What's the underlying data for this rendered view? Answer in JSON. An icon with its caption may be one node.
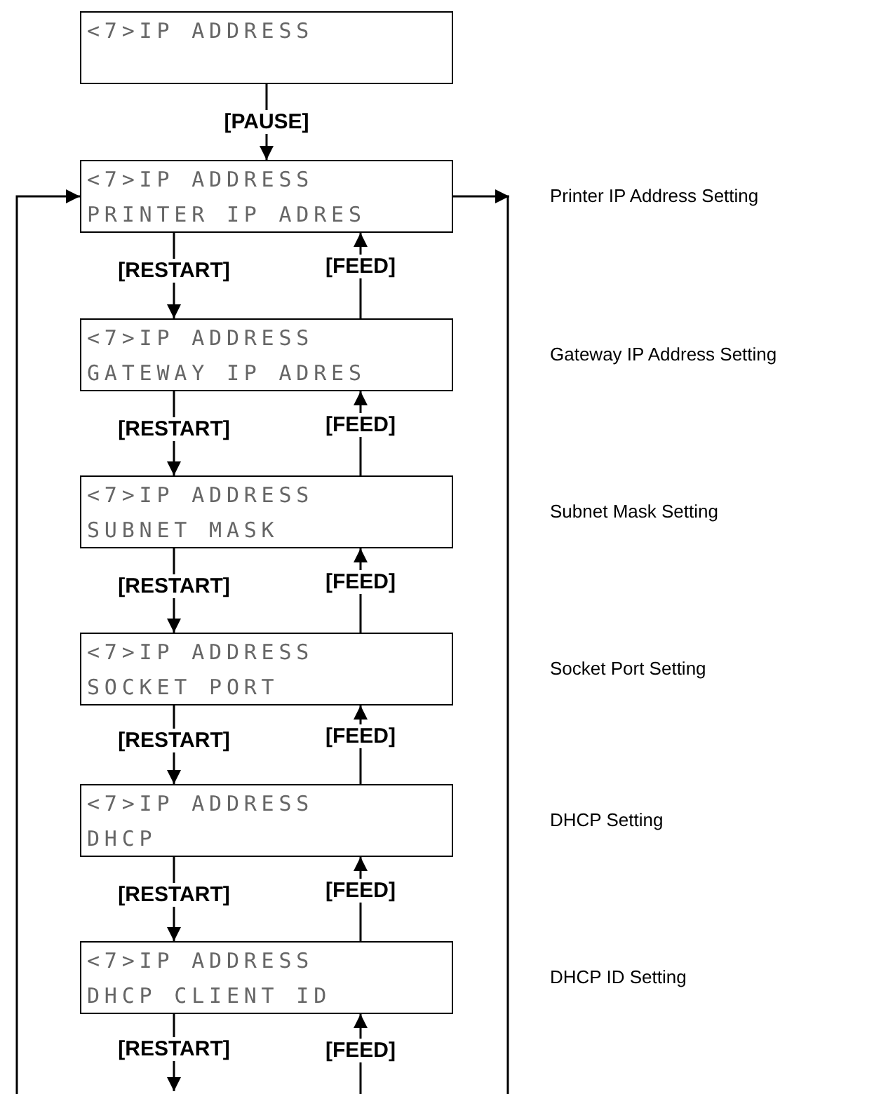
{
  "diagram": {
    "nodes": [
      {
        "text": [
          "<7>IP ADDRESS"
        ]
      },
      {
        "text": [
          "<7>IP ADDRESS",
          "PRINTER IP ADRES"
        ]
      },
      {
        "text": [
          "<7>IP ADDRESS",
          "GATEWAY IP ADRES"
        ]
      },
      {
        "text": [
          "<7>IP ADDRESS",
          "SUBNET MASK"
        ]
      },
      {
        "text": [
          "<7>IP ADDRESS",
          "SOCKET PORT"
        ]
      },
      {
        "text": [
          "<7>IP ADDRESS",
          "DHCP"
        ]
      },
      {
        "text": [
          "<7>IP ADDRESS",
          "DHCP CLIENT ID"
        ]
      }
    ],
    "labels": [
      "Printer IP Address Setting",
      "Gateway IP Address Setting",
      "Subnet Mask Setting",
      "Socket Port Setting",
      "DHCP Setting",
      "DHCP ID Setting"
    ],
    "edges": [
      {
        "from": 0,
        "to": 1,
        "arrow": "to",
        "label": "[PAUSE]"
      },
      {
        "from": 1,
        "to": 2,
        "arrow": "to",
        "label": "[RESTART]"
      },
      {
        "from": 2,
        "to": 1,
        "arrow": "to",
        "label": "[FEED]"
      },
      {
        "from": 2,
        "to": 3,
        "arrow": "to",
        "label": "[RESTART]"
      },
      {
        "from": 3,
        "to": 2,
        "arrow": "to",
        "label": "[FEED]"
      },
      {
        "from": 3,
        "to": 4,
        "arrow": "to",
        "label": "[RESTART]"
      },
      {
        "from": 4,
        "to": 3,
        "arrow": "to",
        "label": "[FEED]"
      },
      {
        "from": 4,
        "to": 5,
        "arrow": "to",
        "label": "[RESTART]"
      },
      {
        "from": 5,
        "to": 4,
        "arrow": "to",
        "label": "[FEED]"
      },
      {
        "from": 5,
        "to": 6,
        "arrow": "to",
        "label": "[RESTART]"
      },
      {
        "from": 6,
        "to": 5,
        "arrow": "to",
        "label": "[FEED]"
      },
      {
        "from": 6,
        "to": null,
        "arrow": "to",
        "label": "[RESTART]"
      },
      {
        "from": null,
        "to": 6,
        "arrow": "to",
        "label": "[FEED]"
      },
      {
        "from": null,
        "to": 1,
        "arrow": "to"
      },
      {
        "from": 1,
        "to": null,
        "arrow": "to"
      }
    ]
  }
}
